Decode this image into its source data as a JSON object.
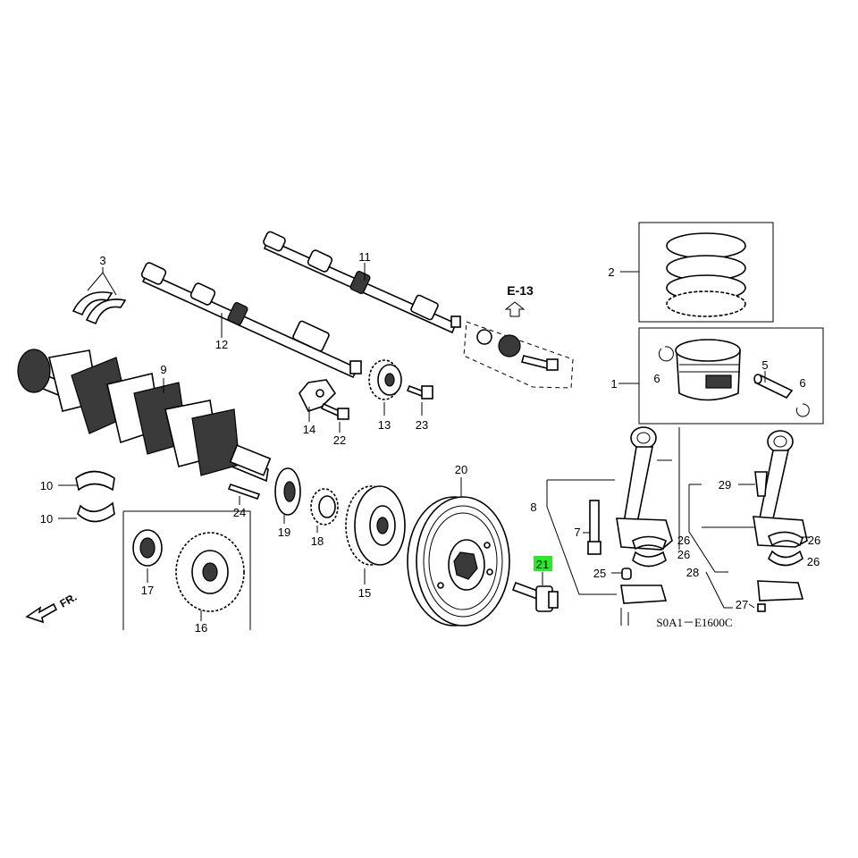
{
  "callouts": {
    "c1": "1",
    "c2": "2",
    "c3": "3",
    "c5": "5",
    "c6a": "6",
    "c6b": "6",
    "c7": "7",
    "c8": "8",
    "c9": "9",
    "c10a": "10",
    "c10b": "10",
    "c11": "11",
    "c12": "12",
    "c13": "13",
    "c14": "14",
    "c15": "15",
    "c16": "16",
    "c17": "17",
    "c18": "18",
    "c19": "19",
    "c20": "20",
    "c21": "21",
    "c22": "22",
    "c23": "23",
    "c24": "24",
    "c25": "25",
    "c26a": "26",
    "c26b": "26",
    "c26c": "26",
    "c26d": "26",
    "c27": "27",
    "c28": "28",
    "c29": "29"
  },
  "reference": {
    "label": "E-13"
  },
  "direction": {
    "label": "FR."
  },
  "diagram_code": "S0A1－E1600C",
  "colors": {
    "highlight": "#22ee22"
  }
}
